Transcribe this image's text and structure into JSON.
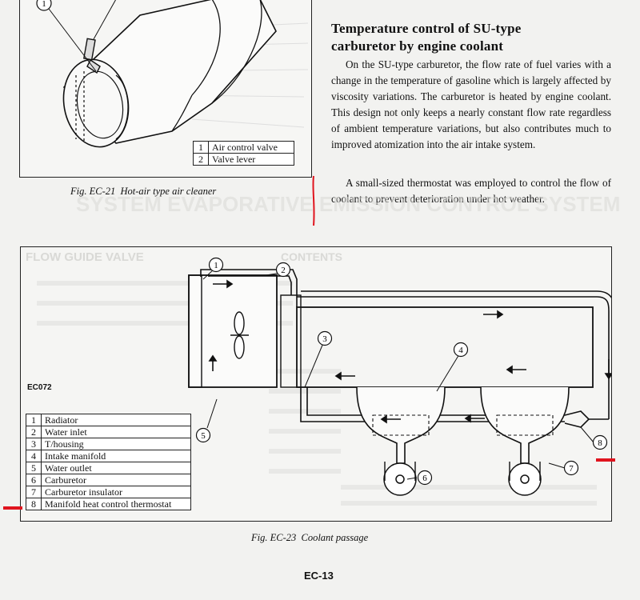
{
  "top_figure": {
    "callout": "1",
    "legend": [
      {
        "n": "1",
        "label": "Air control valve"
      },
      {
        "n": "2",
        "label": "Valve lever"
      }
    ],
    "caption": "Fig. EC-21  Hot-air type air cleaner"
  },
  "section": {
    "title_line1": "Temperature control of SU-type",
    "title_line2": "carburetor by engine coolant",
    "para1": "On the SU-type carburetor, the flow rate of fuel varies with a change in the temperature of gasoline which is largely affected by viscosity variations. The carburetor is heated by engine coolant. This design not only keeps a nearly constant flow rate regardless of ambient temperature variations, but also contributes much to improved atomization into the air intake system.",
    "para2": "A small-sized thermostat was employed to control the flow of coolant to prevent deterioration under hot weather."
  },
  "bottom_figure": {
    "id": "EC072",
    "callouts": [
      "1",
      "2",
      "3",
      "4",
      "5",
      "6",
      "7",
      "8"
    ],
    "legend": [
      {
        "n": "1",
        "label": "Radiator"
      },
      {
        "n": "2",
        "label": "Water inlet"
      },
      {
        "n": "3",
        "label": "T/housing"
      },
      {
        "n": "4",
        "label": "Intake manifold"
      },
      {
        "n": "5",
        "label": "Water outlet"
      },
      {
        "n": "6",
        "label": "Carburetor"
      },
      {
        "n": "7",
        "label": "Carburetor insulator"
      },
      {
        "n": "8",
        "label": "Manifold heat control thermostat"
      }
    ],
    "caption": "Fig. EC-23  Coolant passage"
  },
  "page_number": "EC-13",
  "ghost_text": {
    "heading": "FLOW GUIDE VALVE",
    "contents": "CONTENTS",
    "banner": "SYSTEM  EVAPORATIVE EMISSION CONTROL SYSTEM"
  },
  "colors": {
    "annotation_red": "#e0141e",
    "ink": "#111111",
    "paper": "#f2f2f0"
  }
}
